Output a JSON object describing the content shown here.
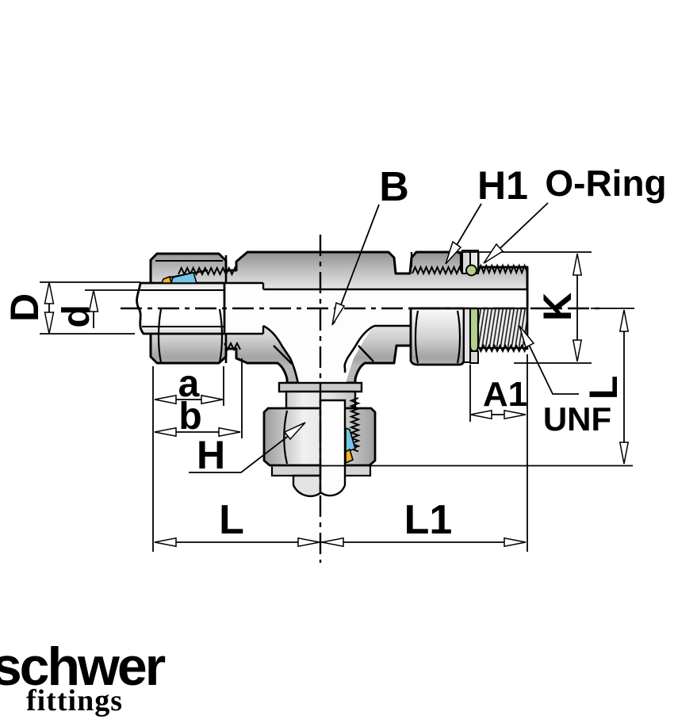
{
  "drawing_labels": {
    "bore": "B",
    "locknut_height": "H1",
    "o_ring": "O-Ring",
    "outer_tube_diameter": "D",
    "inner_tube_diameter": "d",
    "dim_a": "a",
    "dim_b": "b",
    "hex_nut": "H",
    "length_left": "L",
    "length_right": "L1",
    "thread_engagement": "A1",
    "thread_type": "UNF",
    "across_corners": "K",
    "branch_length": "L"
  },
  "logo": {
    "brand": "schwer",
    "tagline": "fittings"
  },
  "colors": {
    "o_ring_green": "#b5d08a",
    "ferrule_blue": "#74c6e8",
    "ferrule_yellow": "#f2b32c",
    "logo_gray": "#a79e98",
    "line_black": "#000000"
  }
}
